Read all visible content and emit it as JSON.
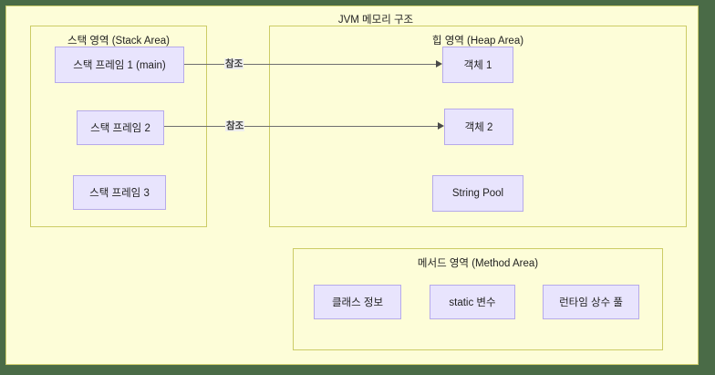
{
  "diagram": {
    "title": "JVM 메모리 구조",
    "background_color": "#4a6b47",
    "canvas_color": "#fdfdd8",
    "node_fill_color": "#e8e4fd",
    "node_border_color": "#b6aaea",
    "region_border_color": "#cccc66"
  },
  "regions": [
    {
      "id": "stack",
      "title": "스택 영역 (Stack Area)",
      "nodes": [
        {
          "id": "stack-frame-1",
          "label": "스택 프레임 1 (main)"
        },
        {
          "id": "stack-frame-2",
          "label": "스택 프레임 2"
        },
        {
          "id": "stack-frame-3",
          "label": "스택 프레임 3"
        }
      ]
    },
    {
      "id": "heap",
      "title": "힙 영역 (Heap Area)",
      "nodes": [
        {
          "id": "object-1",
          "label": "객체 1"
        },
        {
          "id": "object-2",
          "label": "객체 2"
        },
        {
          "id": "string-pool",
          "label": "String Pool"
        }
      ]
    },
    {
      "id": "method",
      "title": "메서드 영역 (Method Area)",
      "nodes": [
        {
          "id": "class-info",
          "label": "클래스 정보"
        },
        {
          "id": "static-var",
          "label": "static 변수"
        },
        {
          "id": "runtime-const",
          "label": "런타임 상수 풀"
        }
      ]
    }
  ],
  "edges": [
    {
      "id": "edge-1",
      "from": "stack-frame-1",
      "to": "object-1",
      "label": "참조"
    },
    {
      "id": "edge-2",
      "from": "stack-frame-2",
      "to": "object-2",
      "label": "참조"
    }
  ]
}
